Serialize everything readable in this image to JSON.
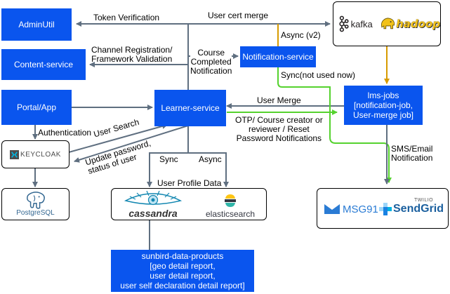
{
  "colors": {
    "service_fill": "#0a55ee",
    "service_text": "#ffffff",
    "arrow_gray": "#5f6f80",
    "async_orange": "#d79b00",
    "sync_green": "#55d22e",
    "kafka": "#231f20",
    "hadoop": "#f2c21a",
    "postgres": "#336791",
    "cassandra": "#1287b1",
    "elastic_yellow": "#fec514",
    "elastic_teal": "#2fb5a8",
    "msg91": "#2a7bd4",
    "sendgrid": "#1a82e2"
  },
  "services": {
    "admin_util": "AdminUtil",
    "content_service": "Content-service",
    "portal_app": "Portal/App",
    "learner_service": "Learner-service",
    "notification_service": "Notification-service",
    "lms_jobs": "lms-jobs\n[notification-job,\nUser-merge job]",
    "data_products": "sunbird-data-products\n[geo detail report,\nuser detail report,\nuser self declaration detail report]"
  },
  "logos": {
    "kafka": "kafka",
    "hadoop": "hadoop",
    "keycloak": "KEYCLOAK",
    "postgres_a": "Postgre",
    "postgres_b": "SQL",
    "cassandra": "cassandra",
    "elasticsearch": "elasticsearch",
    "msg91": "MSG91",
    "twilio": "TWILIO",
    "sendgrid": "SendGrid"
  },
  "labels": {
    "token_verification": "Token Verification",
    "user_cert_merge": "User cert merge",
    "channel_registration": "Channel Registration/\nFramework Validation",
    "course_completed": "Course\nCompleted\nNotification",
    "async_v2": "Async (v2)",
    "sync_not_used": "Sync(not used now)",
    "user_merge": "User Merge",
    "otp_notifications": "OTP/ Course creator or\nreviewer / Reset\nPassword Notifications",
    "authentication": "Authentication",
    "user_search": "User Search",
    "update_password": "Update password,\nstatus of user",
    "sync": "Sync",
    "async": "Async",
    "user_profile_data": "User Profile Data",
    "sms_email": "SMS/Email\nNotification"
  }
}
